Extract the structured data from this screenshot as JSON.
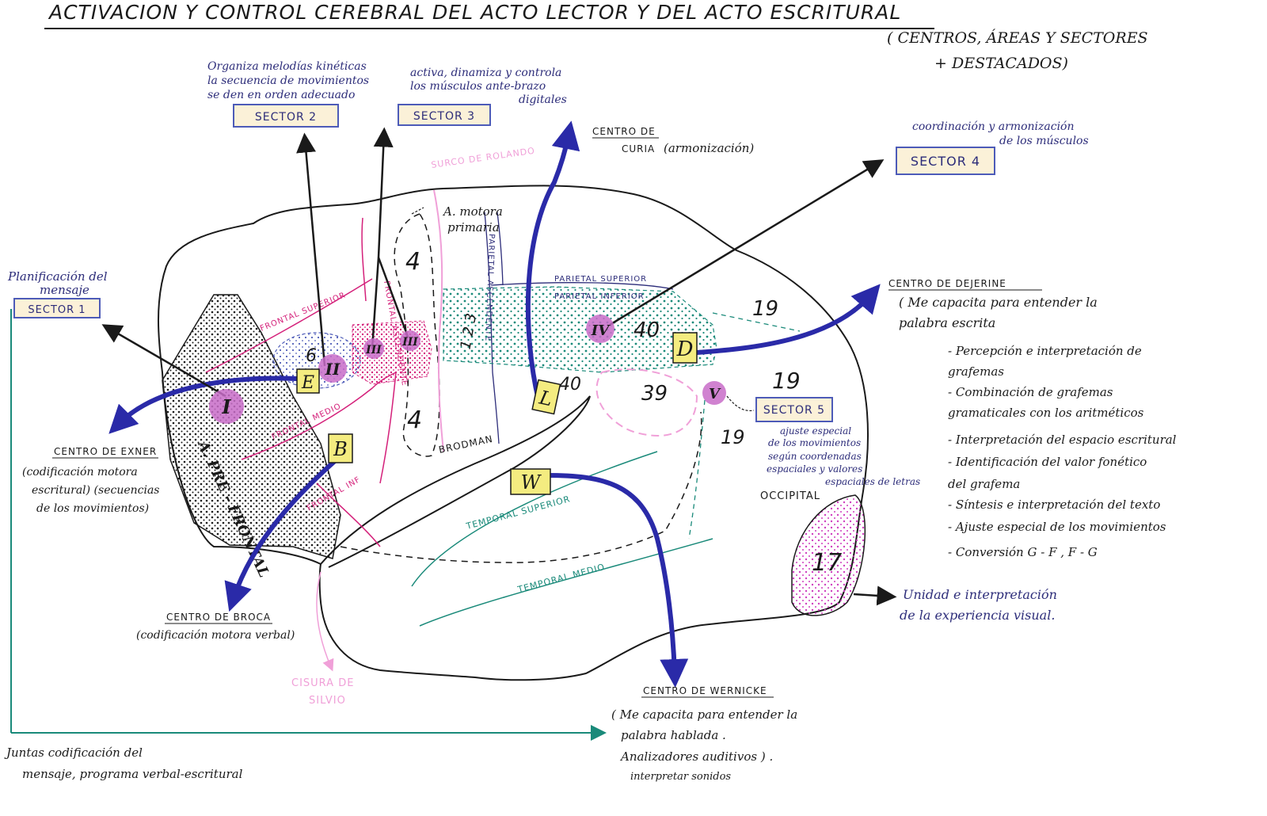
{
  "title": "ACTIVACION Y CONTROL CEREBRAL DEL ACTO LECTOR Y DEL ACTO ESCRITURAL",
  "subtitle_1": "( CENTROS, ÁREAS Y SECTORES",
  "subtitle_2": "+ DESTACADOS)",
  "colors": {
    "ink": "#1a1a1a",
    "blue_arrow": "#2a2aa8",
    "navy_text": "#2d2d7a",
    "magenta": "#d4207a",
    "pink_light": "#f0a0d8",
    "teal": "#1a8a7a",
    "box_fill": "#fbf1d8",
    "box_border": "#4d5bb8",
    "yellow": "#f4ec80",
    "purple_circle": "#c86cc8"
  },
  "sectors": {
    "s1": {
      "label": "SECTOR 1",
      "desc_1": "Planificación del",
      "desc_2": "mensaje"
    },
    "s2": {
      "label": "SECTOR 2",
      "desc_1": "Organiza melodías kinéticas",
      "desc_2": "la secuencia de movimientos",
      "desc_3": "se den en orden adecuado"
    },
    "s3": {
      "label": "SECTOR 3",
      "desc_1": "activa, dinamiza y controla",
      "desc_2": "los músculos ante-brazo",
      "desc_3": "digitales"
    },
    "s4": {
      "label": "SECTOR 4",
      "desc_1": "coordinación y armonización",
      "desc_2": "de los músculos"
    },
    "s5": {
      "label": "SECTOR 5",
      "desc_1": "ajuste especial",
      "desc_2": "de los movimientos",
      "desc_3": "según coordenadas",
      "desc_4": "espaciales y valores",
      "desc_5": "espaciales de letras"
    }
  },
  "centers": {
    "curia": {
      "label_1": "CENTRO DE",
      "label_2": "CURIA",
      "desc": "(armonización)"
    },
    "dejerine": {
      "label": "CENTRO DE DEJERINE",
      "desc_1": "( Me capacita para entender la",
      "desc_2": "palabra escrita",
      "items": [
        "- Percepción e interpretación de",
        "grafemas",
        "- Combinación de grafemas",
        "gramaticales con los aritméticos",
        "- Interpretación del espacio escritural",
        "- Identificación del valor fonético",
        "del grafema",
        "- Síntesis e interpretación del texto",
        "- Ajuste especial de los movimientos",
        "- Conversión G - F , F - G"
      ]
    },
    "exner": {
      "label": "CENTRO DE EXNER",
      "desc_1": "(codificación motora",
      "desc_2": "escritural) (secuencias",
      "desc_3": "de los movimientos)"
    },
    "broca": {
      "label": "CENTRO DE BROCA",
      "desc": "(codificación motora verbal)"
    },
    "wernicke": {
      "label": "CENTRO DE WERNICKE",
      "desc_1": "( Me capacita para entender la",
      "desc_2": "palabra hablada .",
      "desc_3": "Analizadores auditivos ) .",
      "desc_4": "interpretar sonidos"
    }
  },
  "visual": {
    "desc_1": "Unidad e interpretación",
    "desc_2": "de la experiencia visual."
  },
  "bottom_note": {
    "line_1": "Juntas codificación del",
    "line_2": "mensaje, programa verbal-escritural"
  },
  "region_labels": {
    "frontal_superior": "FRONTAL SUPERIOR",
    "frontal_medio": "FRONTAL MEDIO",
    "frontal_inf": "FRONTAL INF",
    "frontal_ascendente": "FRONTAL ASCENDENTE",
    "parietal_ascendente": "PARIETAL ASCENDENTE",
    "parietal_superior": "PARIETAL SUPERIOR",
    "parietal_inferior": "PARIETAL INFERIOR",
    "temporal_superior": "TEMPORAL SUPERIOR",
    "temporal_medio": "TEMPORAL MEDIO",
    "surco_rolando": "SURCO DE ROLANDO",
    "cisura_silvio_1": "CISURA DE",
    "cisura_silvio_2": "SILVIO",
    "area_motora_1": "A. motora",
    "area_motora_2": "primaria",
    "brodman": "BRODMAN",
    "prefrontal": "A. PRE - FRONTAL",
    "occipital": "OCCIPITAL"
  },
  "area_numbers": {
    "n6": "6",
    "n4a": "4",
    "n4b": "4",
    "n123": "1 2 3",
    "n40a": "40",
    "n40b": "40",
    "n39": "39",
    "n19a": "19",
    "n19b": "19",
    "n19c": "19",
    "n17": "17"
  },
  "markers": {
    "I": "I",
    "II": "II",
    "IIIa": "III",
    "IIIb": "III",
    "IV": "IV",
    "V": "V",
    "E": "E",
    "B": "B",
    "L": "L",
    "D": "D",
    "W": "W"
  }
}
